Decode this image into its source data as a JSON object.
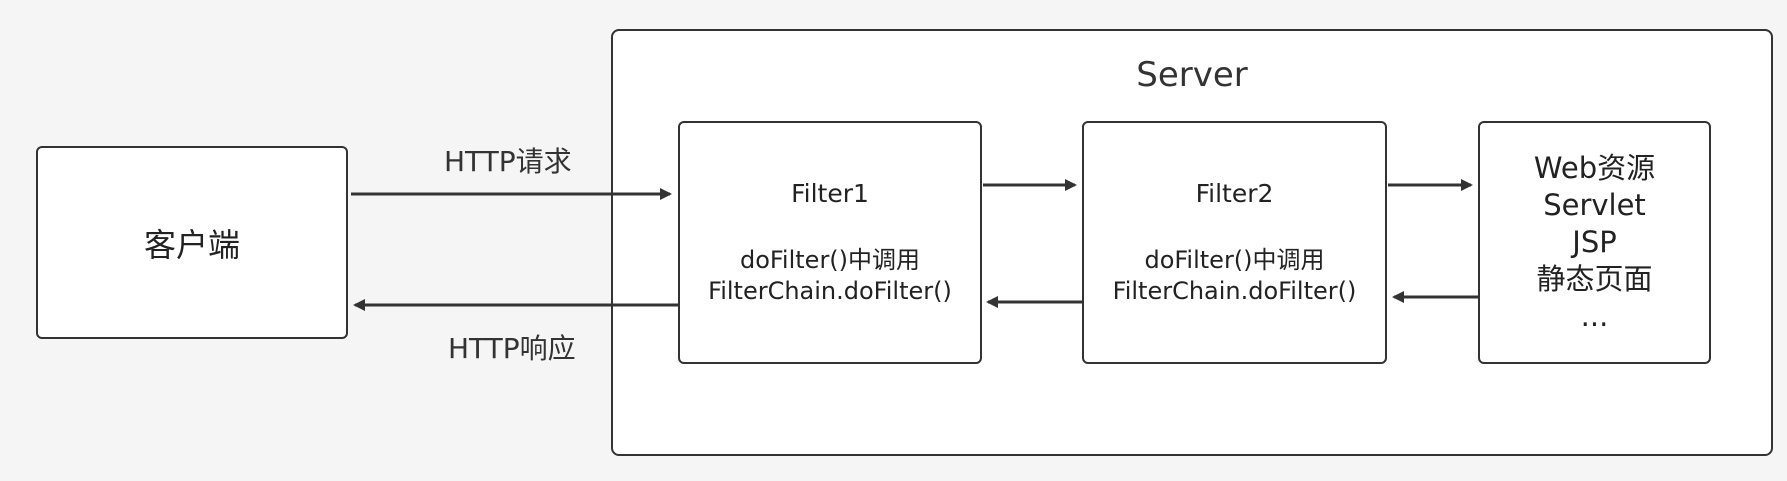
{
  "server": {
    "title": "Server"
  },
  "client": {
    "label": "客户端"
  },
  "filter1": {
    "name": "Filter1",
    "line1": "doFilter()中调用",
    "line2": "FilterChain.doFilter()"
  },
  "filter2": {
    "name": "Filter2",
    "line1": "doFilter()中调用",
    "line2": "FilterChain.doFilter()"
  },
  "web": {
    "lines": [
      "Web资源",
      "Servlet",
      "JSP",
      "静态页面",
      "..."
    ]
  },
  "edges": {
    "request": "HTTP请求",
    "response": "HTTP响应"
  }
}
